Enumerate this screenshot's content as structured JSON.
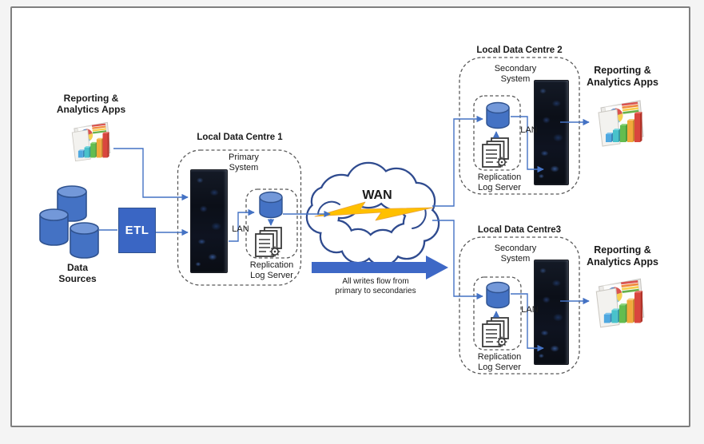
{
  "diagram": {
    "left": {
      "apps_label": [
        "Reporting &",
        "Analytics Apps"
      ],
      "data_sources_label": [
        "Data",
        "Sources"
      ],
      "etl_label": "ETL"
    },
    "dc1": {
      "title": "Local Data Centre 1",
      "system_label": [
        "Primary",
        "System"
      ],
      "lan_label": "LAN",
      "log_server_label": [
        "Replication",
        "Log Server"
      ]
    },
    "wan": {
      "label": "WAN",
      "flow_note": [
        "All writes flow from",
        "primary to secondaries"
      ]
    },
    "dc2": {
      "title": "Local Data Centre 2",
      "system_label": [
        "Secondary",
        "System"
      ],
      "lan_label": "LAN",
      "log_server_label": [
        "Replication",
        "Log Server"
      ],
      "apps_label": [
        "Reporting &",
        "Analytics Apps"
      ]
    },
    "dc3": {
      "title": "Local Data Centre3",
      "system_label": [
        "Secondary",
        "System"
      ],
      "lan_label": "LAN",
      "log_server_label": [
        "Replication",
        "Log Server"
      ],
      "apps_label": [
        "Reporting &",
        "Analytics Apps"
      ]
    },
    "icons": {
      "apps": "folder-with-pie-and-bar-charts",
      "data_sources": "three-database-cylinders",
      "server_rack": "dark-server-rack-photo",
      "replication_log": "database-cylinder-over-document-stack-with-gear",
      "wan": "cloud-with-lightning-bolt",
      "flow": "thick-right-arrow"
    },
    "colors": {
      "connector_blue": "#4472C4",
      "cylinder_blue": "#4472C4",
      "cylinder_top": "#7398D9",
      "cylinder_stroke": "#2F528F",
      "etl_box": "#3A66C4",
      "cloud_stroke": "#2F4B8F",
      "lightning": "#FFC000",
      "flow_arrow": "#3E68C6",
      "dashed_border": "#595959",
      "page_border": "#7F7F7F",
      "text": "#1A1A1A"
    }
  }
}
